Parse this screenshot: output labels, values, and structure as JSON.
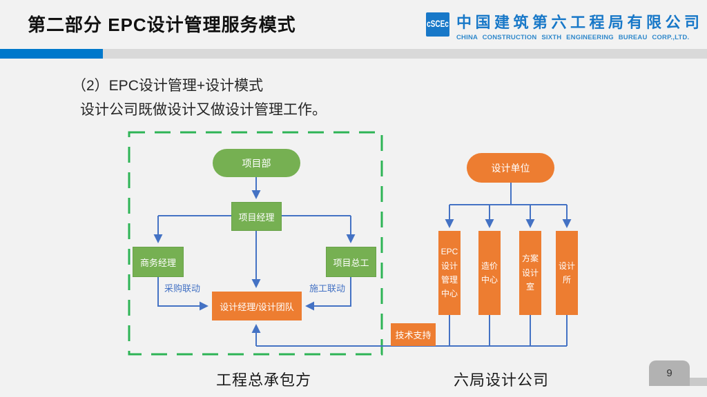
{
  "header": {
    "section_title": "第二部分 EPC设计管理服务模式",
    "logo_glyph": "cSCEc",
    "company_name_cn": "中国建筑第六工程局有限公司",
    "company_name_en": "CHINA CONSTRUCTION SIXTH ENGINEERING BUREAU CORP.,LTD."
  },
  "intro": {
    "line1": "（2）EPC设计管理+设计模式",
    "line2": "设计公司既做设计又做设计管理工作。"
  },
  "diagram": {
    "left_group": {
      "label": "工程总承包方",
      "project_dept": "项目部",
      "project_manager": "项目经理",
      "business_manager": "商务经理",
      "chief_engineer": "项目总工",
      "design_team": "设计经理/设计团队",
      "procurement_link": "采购联动",
      "construction_link": "施工联动"
    },
    "right_group": {
      "label": "六局设计公司",
      "design_unit": "设计单位",
      "departments": [
        "EPC\n设计\n管理\n中心",
        "造价\n中心",
        "方案\n设计\n室",
        "设计\n所"
      ],
      "tech_support": "技术支持"
    }
  },
  "footer": {
    "page_number": "9"
  },
  "colors": {
    "header_accent_blue": "#0078cb",
    "header_bar_gray": "#d9d9d9",
    "brand_blue": "#1878c8",
    "connector_blue": "#4472c4",
    "box_green": "#76b052",
    "box_orange": "#ed7d31",
    "dashed_border_green": "#2db455",
    "background": "#f2f2f2"
  }
}
